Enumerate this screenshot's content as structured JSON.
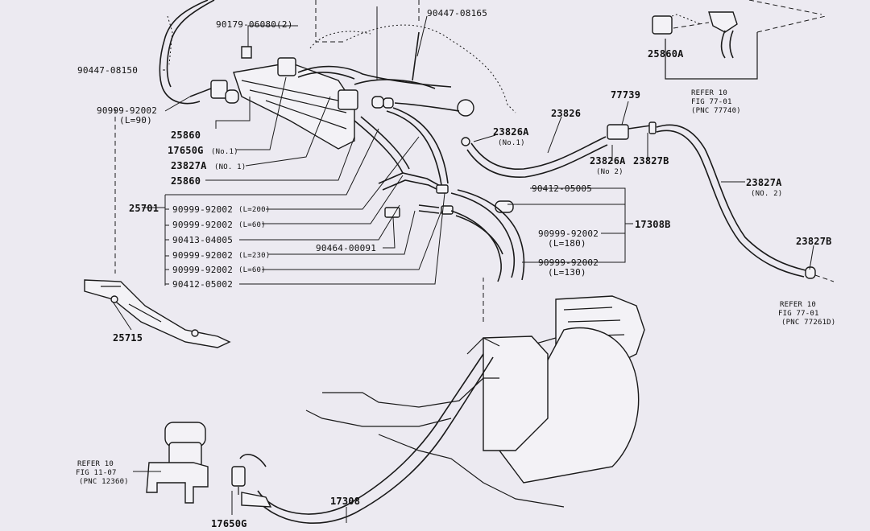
{
  "labels": {
    "p90447_08165": "90447-08165",
    "p90179_06080": "90179-06080(2)",
    "p90447_08150": "90447-08150",
    "p90999_92002_top": "90999-92002",
    "l90_note": "(L=90)",
    "p25860_a": "25860",
    "p17650g_no1": "17650G",
    "no1_a": "(No.1)",
    "p23827a_no1": "23827A",
    "no1_b": "(NO. 1)",
    "p25860_b": "25860",
    "p25701": "25701",
    "p90999_92002_200": "90999-92002",
    "l200": "(L=200)",
    "p90999_92002_60a": "90999-92002",
    "l60a": "(L=60)",
    "p90413_04005": "90413-04005",
    "p90464_00091": "90464-00091",
    "p90999_92002_230": "90999-92002",
    "l230": "(L=230)",
    "p90999_92002_60b": "90999-92002",
    "l60b": "(L=60)",
    "p90412_05002": "90412-05002",
    "p25715": "25715",
    "p25860a": "25860A",
    "refer_a_1": "REFER 10",
    "refer_a_2": "FIG 77-01",
    "refer_a_3": "(PNC 77740)",
    "p77739": "77739",
    "p23826": "23826",
    "p23826a_no1": "23826A",
    "no1_c": "(No.1)",
    "p23826a_no2": "23826A",
    "no2_a": "(No 2)",
    "p23827b_a": "23827B",
    "p23827a_no2": "23827A",
    "no2_b": "(NO. 2)",
    "p90412_05005": "90412-05005",
    "p90999_92002_180": "90999-92002",
    "l180": "(L=180)",
    "p90999_92002_130": "90999-92002",
    "l130": "(L=130)",
    "p17308b": "17308B",
    "p23827b_b": "23827B",
    "refer_b_1": "REFER 10",
    "refer_b_2": "FIG 77-01",
    "refer_b_3": "(PNC 77261D)",
    "refer_c_1": "REFER 10",
    "refer_c_2": "FIG 11-07",
    "refer_c_3": "(PNC 12360)",
    "p17650g_bottom": "17650G",
    "p17308": "17308"
  }
}
